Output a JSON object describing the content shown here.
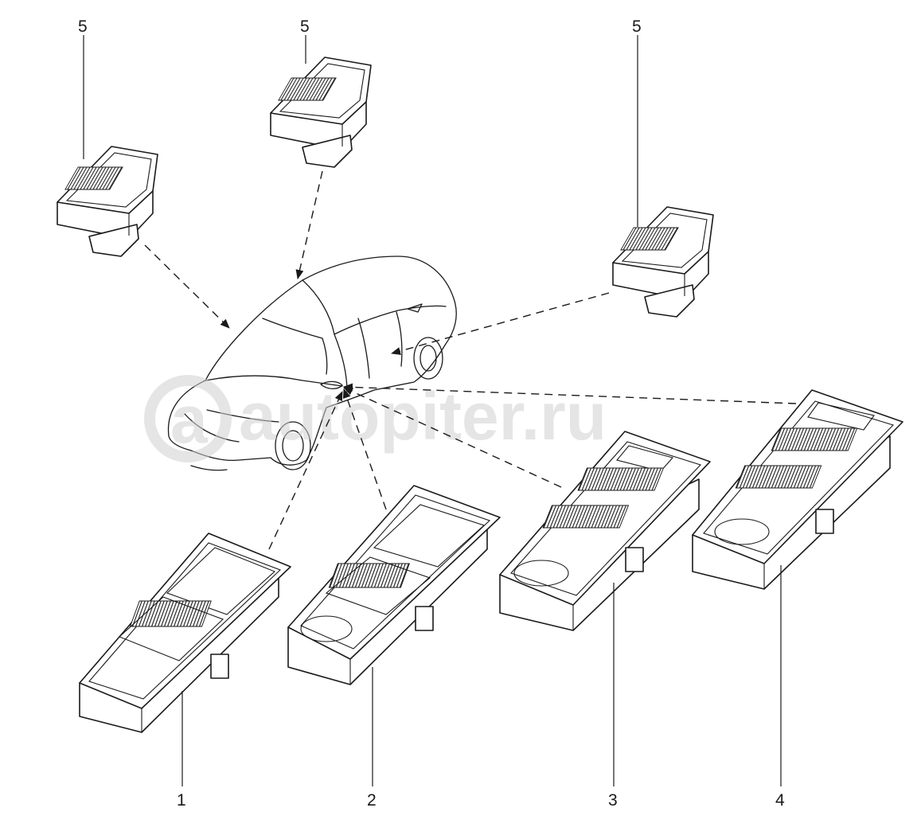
{
  "callouts": {
    "c1": "1",
    "c2": "2",
    "c3": "3",
    "c4": "4",
    "c5a": "5",
    "c5b": "5",
    "c5c": "5"
  },
  "watermark": {
    "logo_letter": "a",
    "text": "autopiter.ru"
  },
  "colors": {
    "line": "#1a1a1a",
    "watermark": "#cfcfcf",
    "background": "#ffffff"
  }
}
